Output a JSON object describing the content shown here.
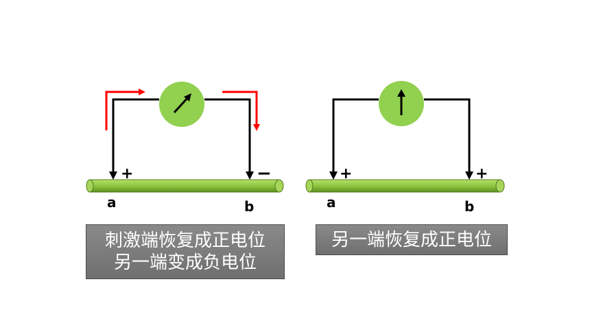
{
  "left_diagram": {
    "terminal_a": "a",
    "terminal_b": "b",
    "sign_a": "+",
    "sign_b": "−",
    "caption_line1": "刺激端恢复成正电位",
    "caption_line2": "另一端变成负电位"
  },
  "right_diagram": {
    "terminal_a": "a",
    "terminal_b": "b",
    "sign_a": "+",
    "sign_b": "+",
    "caption": "另一端恢复成正电位"
  },
  "colors": {
    "fiber": "#8cc63f",
    "meter": "#92d050",
    "current_arrow": "#ff0000",
    "wire": "#000000",
    "caption_bg": "#7f7f7f"
  }
}
